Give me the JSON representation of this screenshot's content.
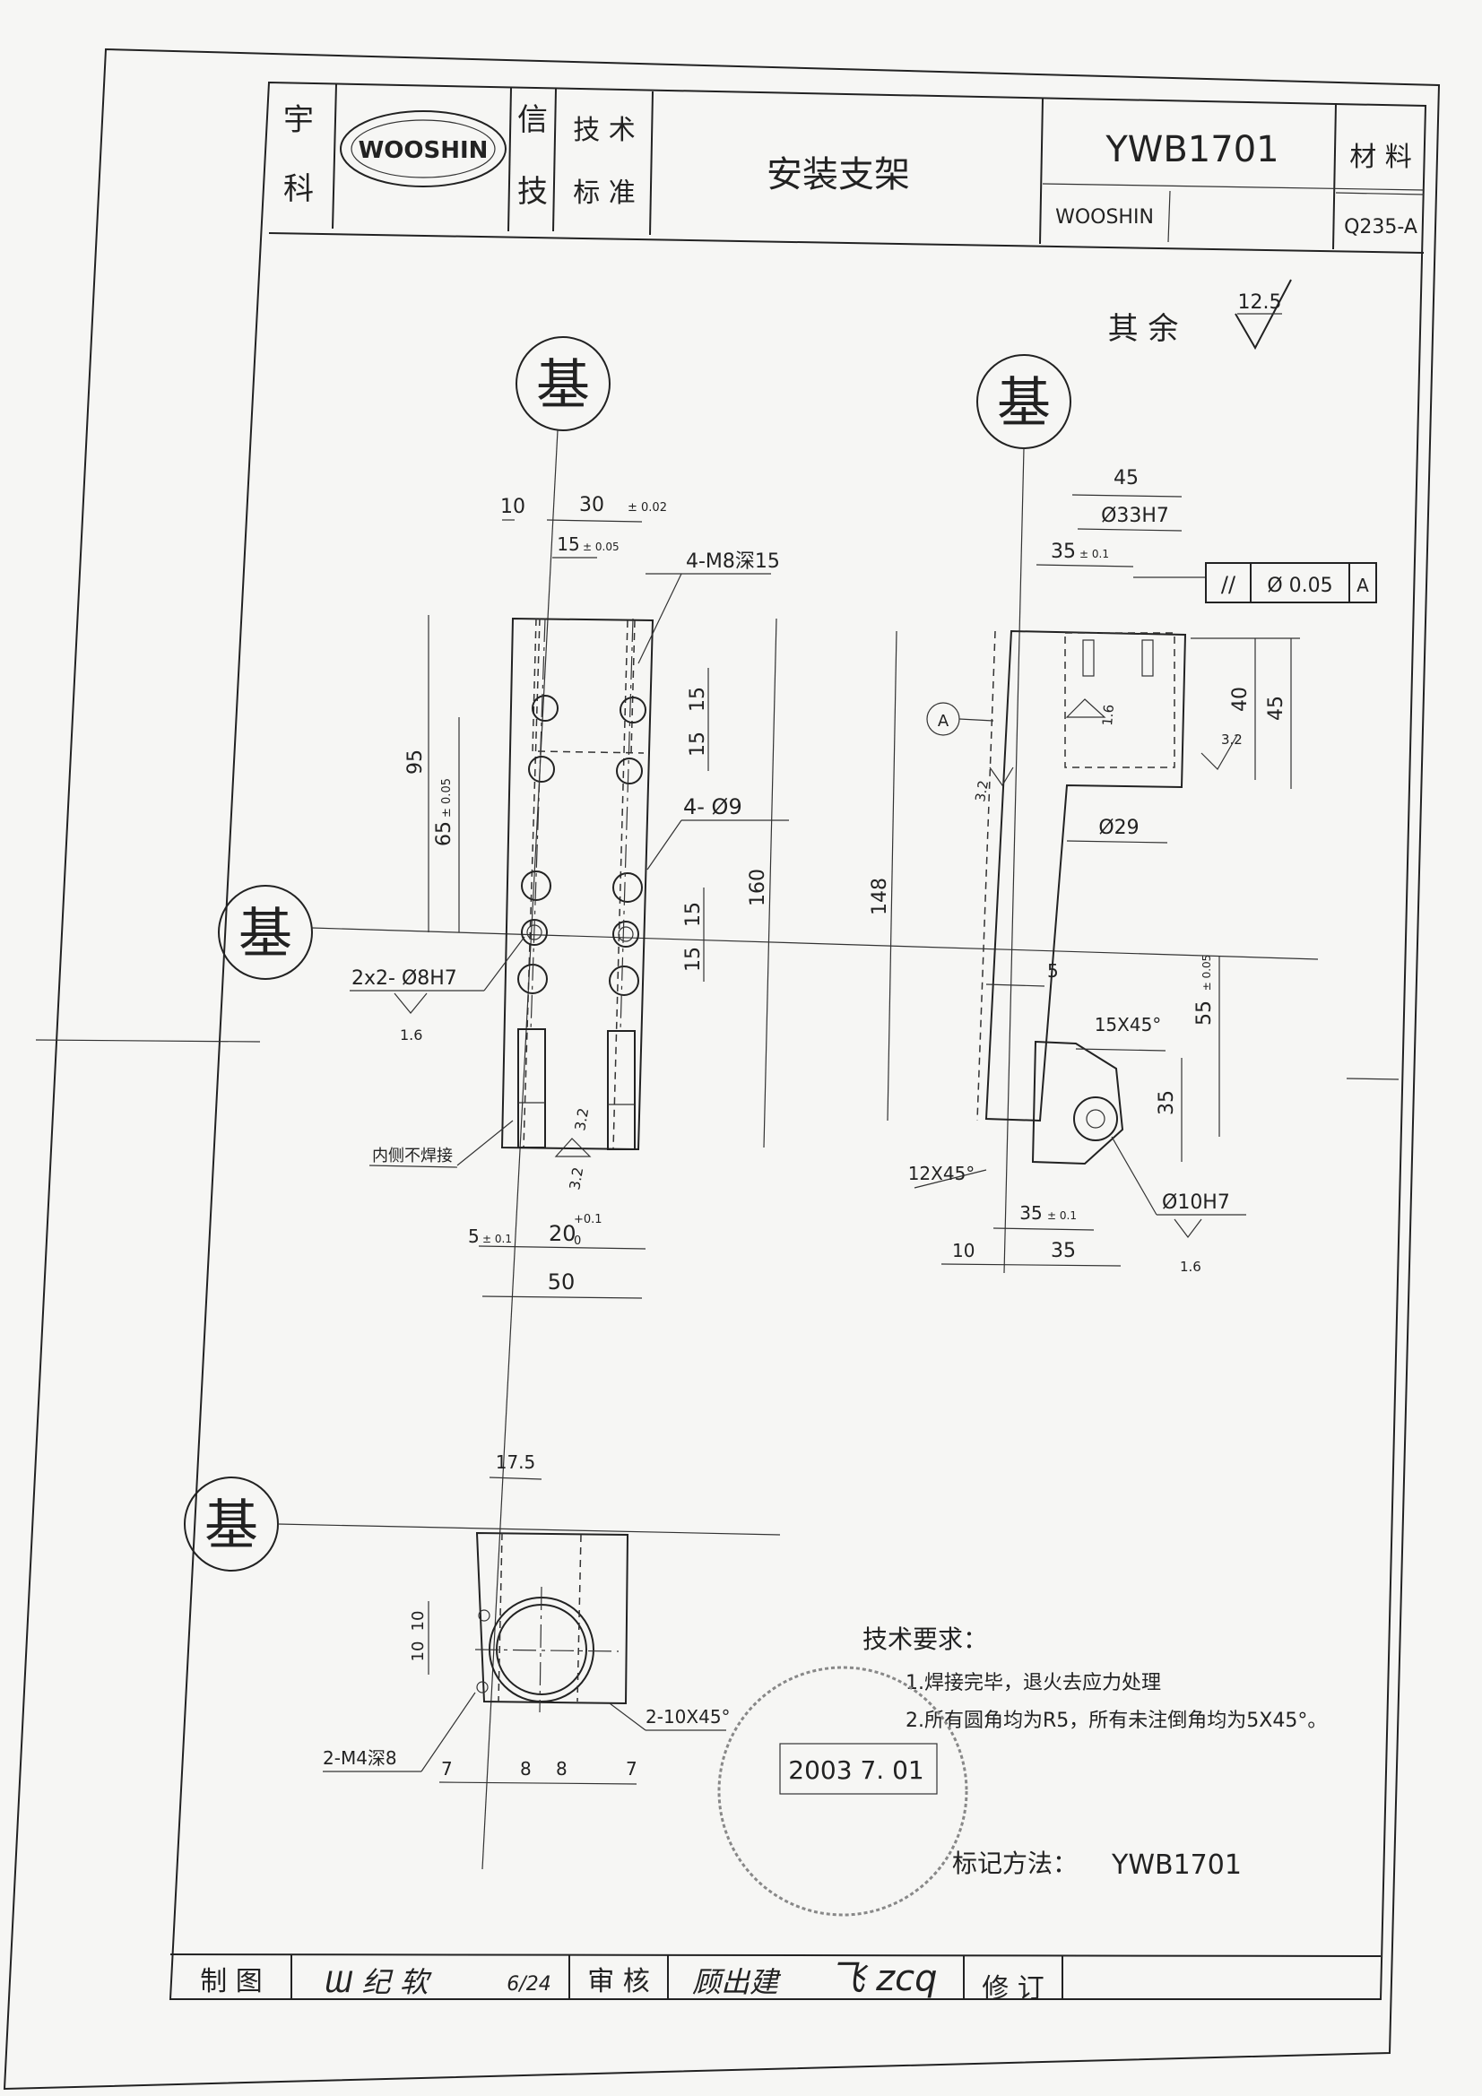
{
  "title_block": {
    "company_left_top": "宇",
    "company_left_bottom": "科",
    "logo_text": "WOOSHIN",
    "company_right_top": "信",
    "company_right_bottom": "技",
    "std_top": "技 术",
    "std_bottom": "标 准",
    "part_name": "安装支架",
    "drawing_no": "YWB1701",
    "drawing_sub": "WOOSHIN",
    "material_label": "材 料",
    "material_value": "Q235-A"
  },
  "roughness_default": {
    "label": "其 余",
    "value": "12.5"
  },
  "datum_symbol": "基",
  "front_view": {
    "dims": {
      "d10": "10",
      "d30": "30",
      "d30_tol": "± 0.02",
      "d15": "15",
      "d15_tol": "± 0.05",
      "tap": "4-M8深15",
      "d95": "95",
      "d65": "65",
      "d65_tol": "± 0.05",
      "v15a": "15",
      "v15b": "15",
      "holes": "4- Ø9",
      "d160": "160",
      "v15c": "15",
      "v15d": "15",
      "pins": "2x2- Ø8H7",
      "ra16": "1.6",
      "ra32a": "3.2",
      "ra32b": "3.2",
      "note_weld": "内侧不焊接",
      "d5": "5",
      "d5_tol": "± 0.1",
      "d20": "20",
      "d20_up": "+0.1",
      "d20_lo": "0",
      "d50": "50"
    }
  },
  "side_view": {
    "dims": {
      "d45": "45",
      "bore": "Ø33H7",
      "d35": "35",
      "d35_tol": "± 0.1",
      "fcf_sym": "//",
      "fcf_tol": "Ø 0.05",
      "fcf_datum": "A",
      "datum_a": "A",
      "v40": "40",
      "v45": "45",
      "ra16": "1.6",
      "ra32a": "3.2",
      "ra32b": "3.2",
      "d29": "Ø29",
      "d148": "148",
      "d5": "5",
      "chamfer1": "15X45°",
      "d55": "55",
      "d55_tol": "± 0.05",
      "v35": "35",
      "chamfer2": "12X45°",
      "b35": "35",
      "b35_tol": "± 0.1",
      "hole10": "Ø10H7",
      "ra16b": "1.6",
      "b10": "10",
      "b35b": "35"
    }
  },
  "top_view": {
    "dims": {
      "d17": "17.5",
      "d10a": "10",
      "d10b": "10",
      "tap": "2-M4深8",
      "chamfer": "2-10X45°",
      "h7a": "7",
      "h8a": "8",
      "h8b": "8",
      "h7b": "7"
    }
  },
  "requirements": {
    "heading": "技术要求：",
    "items": [
      "1.焊接完毕，退火去应力处理",
      "2.所有圆角均为R5，所有未注倒角均为5X45°。"
    ]
  },
  "stamp": {
    "date": "2003 7. 01"
  },
  "marking": {
    "label": "标记方法：",
    "value": "YWB1701"
  },
  "signature_row": {
    "drawn_label": "制 图",
    "drawn_by": "Ɯ 纪 软",
    "drawn_date": "6/24",
    "check_label": "审 核",
    "checked_by": "顾出建",
    "approved_by": "飞 zcq",
    "revise_label": "修 订"
  }
}
